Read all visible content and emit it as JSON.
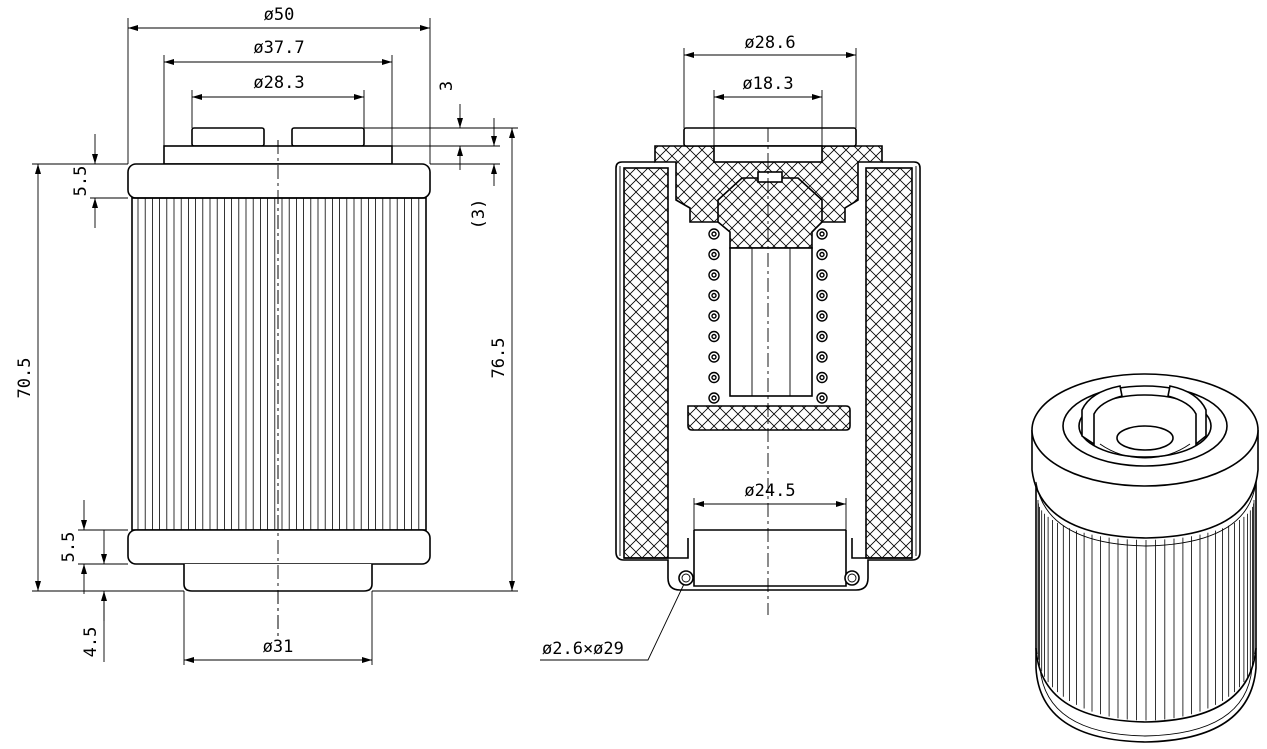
{
  "front_view": {
    "dims": {
      "outer_diameter": "ø50",
      "seal_diameter": "ø37.7",
      "inner_diameter": "ø28.3",
      "base_diameter": "ø31",
      "top_lug_height": "3",
      "cap_offset": "(3)",
      "top_cap_height": "5.5",
      "bottom_cap_height": "5.5",
      "bottom_spigot_height": "4.5",
      "body_length": "70.5",
      "total_length": "76.5"
    }
  },
  "section_view": {
    "dims": {
      "top_outer_diameter": "ø28.6",
      "top_inner_diameter": "ø18.3",
      "bottom_bore_diameter": "ø24.5",
      "oring_size": "ø2.6×ø29"
    }
  },
  "iso_view": {}
}
